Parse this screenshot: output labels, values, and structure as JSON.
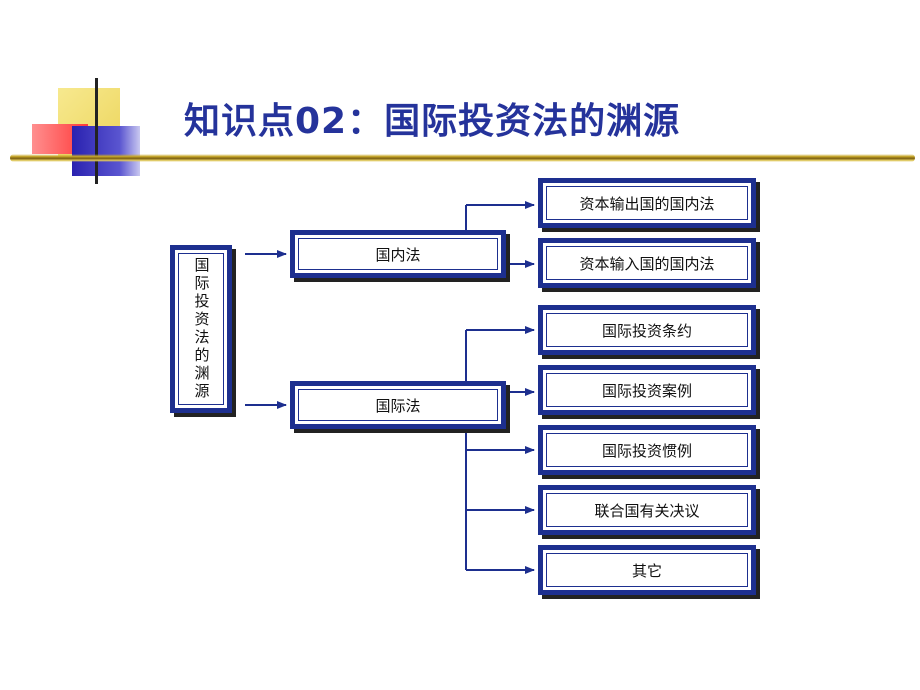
{
  "title": "知识点02：国际投资法的渊源",
  "root": {
    "label": "国际投资法的渊源"
  },
  "branches": [
    {
      "label": "国内法",
      "children": [
        "资本输出国的国内法",
        "资本输入国的国内法"
      ]
    },
    {
      "label": "国际法",
      "children": [
        "国际投资条约",
        "国际投资案例",
        "国际投资惯例",
        "联合国有关决议",
        "其它"
      ]
    }
  ],
  "colors": {
    "title": "#25339b",
    "box_border": "#1d2f8f",
    "arrow": "#1d2f8f"
  }
}
